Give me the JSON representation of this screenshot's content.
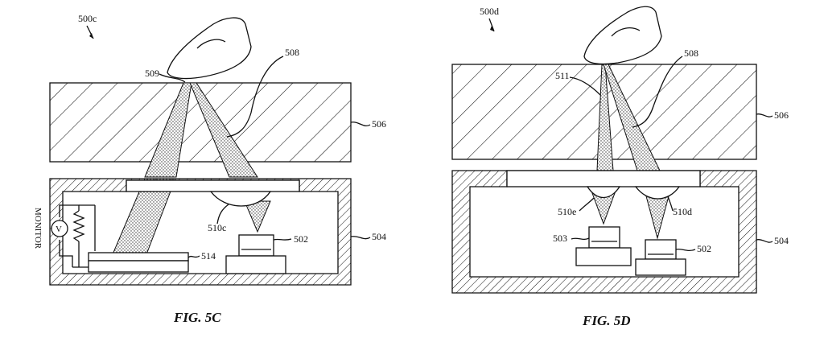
{
  "left_figure": {
    "ref": "500c",
    "caption": "FIG. 5C",
    "labels": {
      "l509": "509",
      "l508": "508",
      "l506": "506",
      "l504": "504",
      "l510c": "510c",
      "l502": "502",
      "l514": "514",
      "monitor": "MONITOR",
      "volt": "V"
    }
  },
  "right_figure": {
    "ref": "500d",
    "caption": "FIG. 5D",
    "labels": {
      "l511": "511",
      "l508": "508",
      "l506": "506",
      "l504": "504",
      "l510e": "510e",
      "l510d": "510d",
      "l503": "503",
      "l502": "502"
    }
  }
}
